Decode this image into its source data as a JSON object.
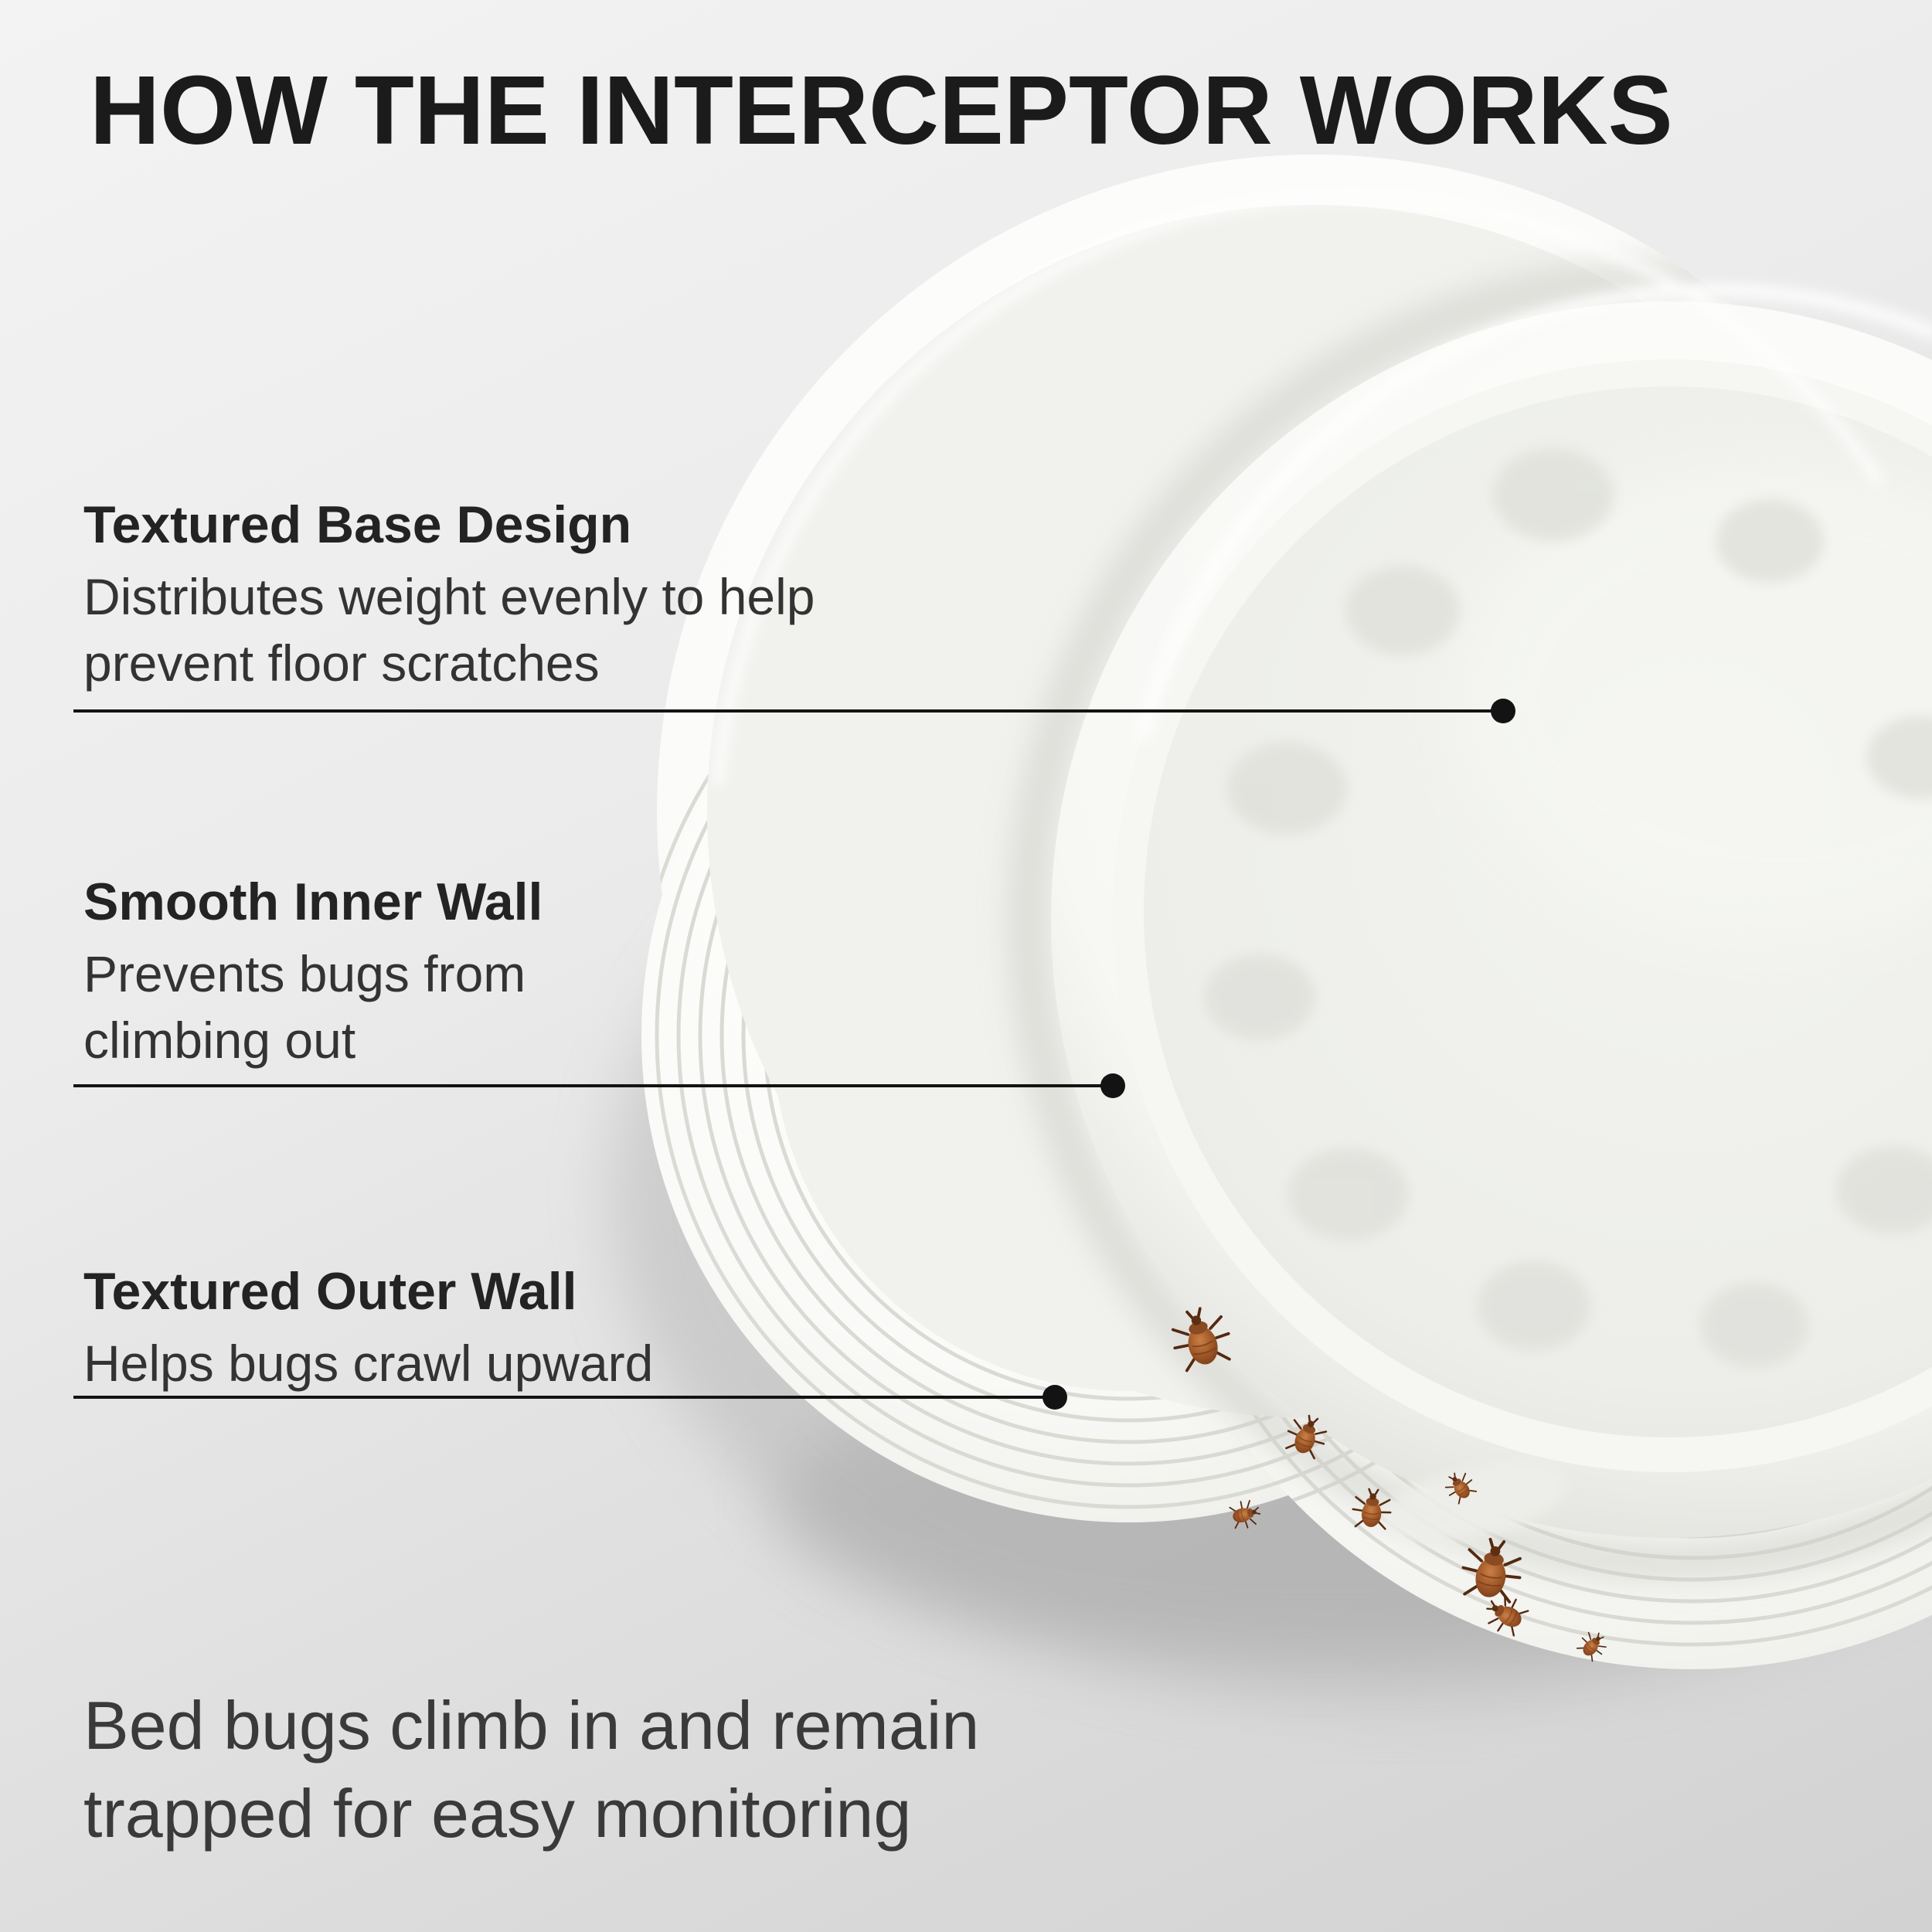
{
  "title": "HOW THE INTERCEPTOR WORKS",
  "callouts": [
    {
      "heading": "Textured Base Design",
      "lines": [
        "Distributes weight evenly to help",
        "prevent floor scratches"
      ]
    },
    {
      "heading": "Smooth Inner Wall",
      "lines": [
        "Prevents bugs from",
        "climbing out"
      ]
    },
    {
      "heading": "Textured Outer Wall",
      "lines": [
        "Helps bugs crawl upward"
      ]
    }
  ],
  "footer": [
    "Bed bugs climb in and remain",
    "trapped for easy monitoring"
  ],
  "colors": {
    "background_top": "#f3f3f3",
    "background_bottom": "#d2d2d2",
    "title_text": "#1b1b1b",
    "body_text": "#333333",
    "leader_line": "#131313",
    "dish_white": "#fcfcfb",
    "dish_shadow": "#9a9a9a",
    "bug_brown": "#8a4a22"
  }
}
